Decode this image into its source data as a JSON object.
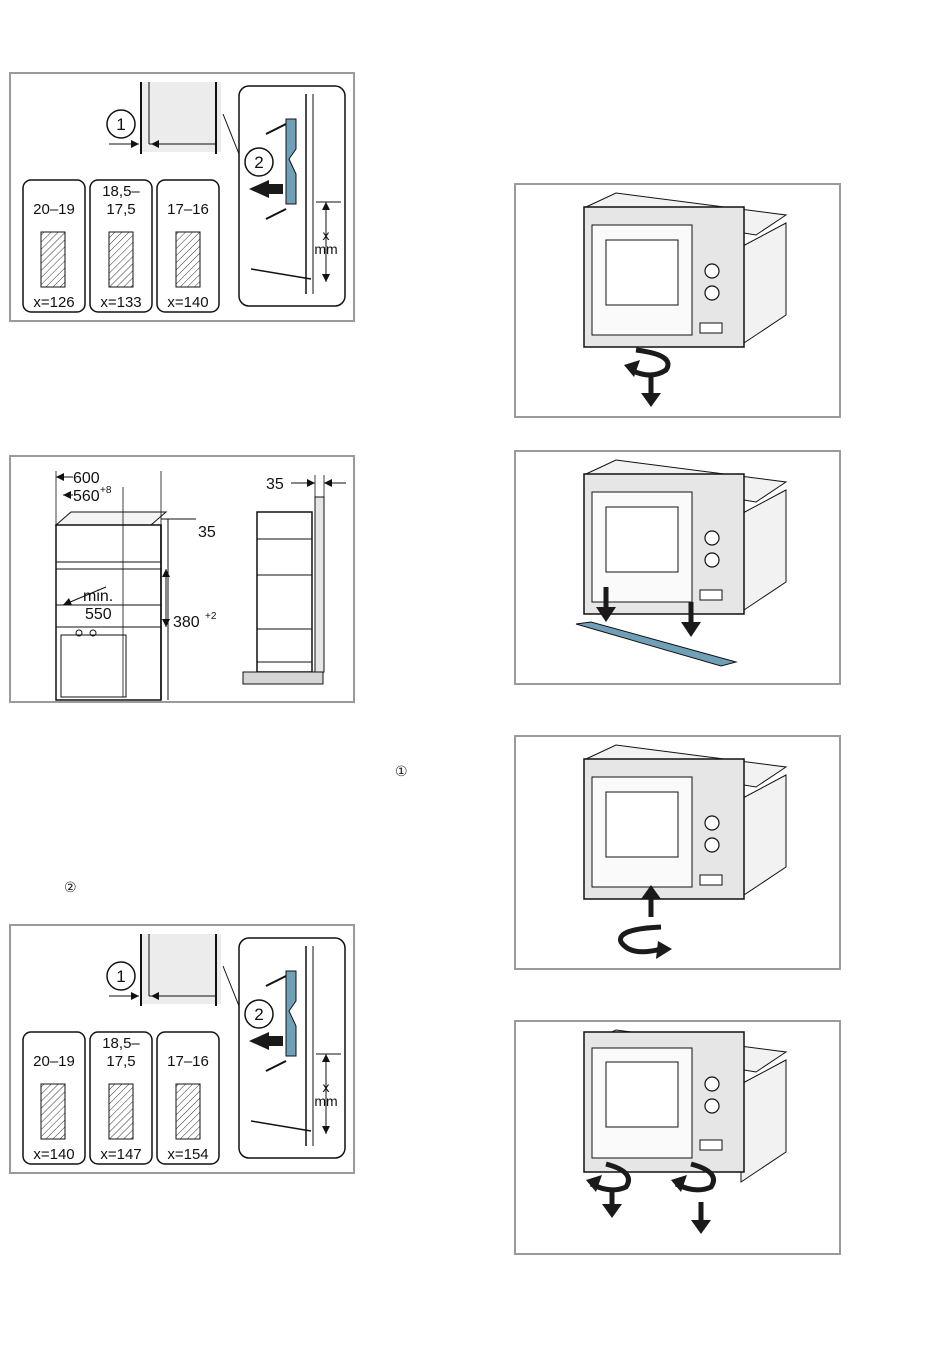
{
  "markers": {
    "step1": "①",
    "step2": "②"
  },
  "fig_mount_a": {
    "callout1": "1",
    "callout2": "2",
    "boxes": [
      {
        "range_top": "20–19",
        "range_bottom": "",
        "x_value": "x=126"
      },
      {
        "range_top": "18,5–",
        "range_bottom": "17,5",
        "x_value": "x=133"
      },
      {
        "range_top": "17–16",
        "range_bottom": "",
        "x_value": "x=140"
      }
    ],
    "dim_x": "x",
    "dim_unit": "mm"
  },
  "fig_niche": {
    "width_outer": "600",
    "width_inner": "560",
    "width_inner_tol": "+8",
    "depth_top": "35",
    "min_label": "min.",
    "min_value": "550",
    "height": "380",
    "height_tol": "+2",
    "side_gap": "35"
  },
  "fig_mount_b": {
    "callout1": "1",
    "callout2": "2",
    "boxes": [
      {
        "range_top": "20–19",
        "range_bottom": "",
        "x_value": "x=140"
      },
      {
        "range_top": "18,5–",
        "range_bottom": "17,5",
        "x_value": "x=147"
      },
      {
        "range_top": "17–16",
        "range_bottom": "",
        "x_value": "x=154"
      }
    ],
    "dim_x": "x",
    "dim_unit": "mm"
  },
  "colors": {
    "frame": "#9a9a9a",
    "bracket": "#6fa0b8",
    "panel": "#e6e6e6",
    "arrow": "#1a1a1a"
  }
}
